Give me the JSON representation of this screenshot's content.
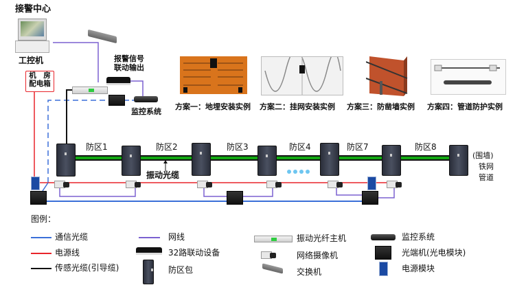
{
  "title": "接警中心",
  "pc_label": "工控机",
  "power_box_label": [
    "机　房",
    "配电箱"
  ],
  "alarm_output_label": [
    "报警信号",
    "联动输出"
  ],
  "monitor_label": "监控系统",
  "schemes": [
    "方案一：地埋安装实例",
    "方案二：挂网安装实例",
    "方案三：防凿墙实例",
    "方案四：管道防护实例"
  ],
  "zones": [
    "防区1",
    "防区2",
    "防区3",
    "防区4",
    "防区7",
    "防区8"
  ],
  "cable_label": "振动光缆",
  "end_label": [
    "(围墙)",
    "铁网",
    "管道"
  ],
  "colors": {
    "comm": "#3a6fd8",
    "power": "#e8242a",
    "sensor": "#111111",
    "network": "#7b61d1",
    "cable_green": "#13a813",
    "dots": "#6ec6f0"
  },
  "legend": {
    "title": "图例：",
    "items": [
      {
        "icon": "blue-line",
        "label": "通信光缆"
      },
      {
        "icon": "red-line",
        "label": "电源线"
      },
      {
        "icon": "black-line",
        "label": "传感光缆(引导缆)"
      },
      {
        "icon": "purple-line",
        "label": "网线"
      },
      {
        "icon": "linkage-device",
        "label": "32路联动设备"
      },
      {
        "icon": "zone-box",
        "label": "防区包"
      },
      {
        "icon": "vibration-host",
        "label": "振动光纤主机"
      },
      {
        "icon": "camera",
        "label": "网络摄像机"
      },
      {
        "icon": "switch",
        "label": "交换机"
      },
      {
        "icon": "monitor-system",
        "label": "监控系统"
      },
      {
        "icon": "optical-transceiver",
        "label": "光端机(光电模块)"
      },
      {
        "icon": "power-module",
        "label": "电源模块"
      }
    ]
  }
}
